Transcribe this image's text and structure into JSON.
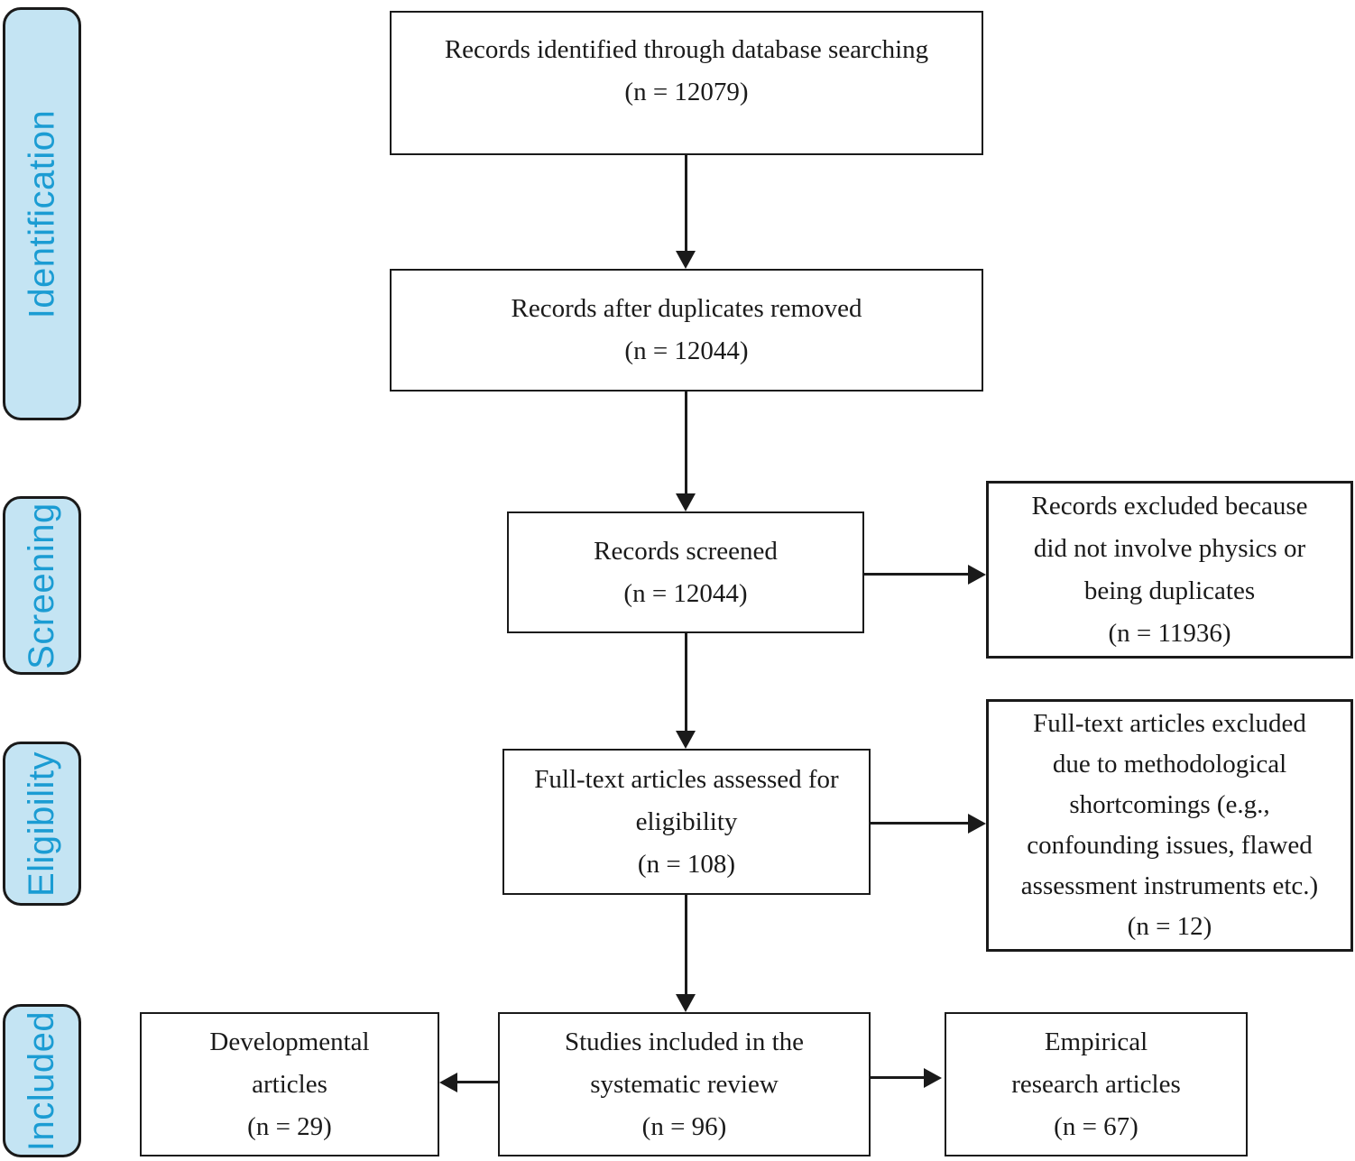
{
  "diagram": {
    "type": "prisma-flow",
    "stages": [
      {
        "id": "identification",
        "label": "Identification"
      },
      {
        "id": "screening",
        "label": "Screening"
      },
      {
        "id": "eligibility",
        "label": "Eligibility"
      },
      {
        "id": "included",
        "label": "Included"
      }
    ],
    "boxes": {
      "records_identified": {
        "lines": [
          "Records identified through database searching",
          "(n =  12079)"
        ],
        "n": 12079
      },
      "duplicates_removed": {
        "lines": [
          "Records after duplicates removed",
          "(n = 12044)"
        ],
        "n": 12044
      },
      "records_screened": {
        "lines": [
          "Records screened",
          "(n = 12044)"
        ],
        "n": 12044
      },
      "records_excluded": {
        "lines": [
          "Records excluded because",
          "did not involve physics or",
          "being duplicates",
          "(n = 11936)"
        ],
        "n": 11936
      },
      "fulltext_assessed": {
        "lines": [
          "Full-text articles assessed for",
          "eligibility",
          "(n = 108)"
        ],
        "n": 108
      },
      "fulltext_excluded": {
        "lines": [
          "Full-text articles excluded",
          "due to methodological",
          "shortcomings (e.g.,",
          "confounding issues, flawed",
          "assessment instruments etc.)",
          "(n = 12)"
        ],
        "n": 12
      },
      "studies_included": {
        "lines": [
          "Studies included in the",
          "systematic review",
          "(n = 96)"
        ],
        "n": 96
      },
      "developmental_articles": {
        "lines": [
          "Developmental",
          "articles",
          "(n = 29)"
        ],
        "n": 29
      },
      "empirical_articles": {
        "lines": [
          "Empirical",
          "research articles",
          "(n = 67)"
        ],
        "n": 67
      }
    }
  },
  "colors": {
    "label_fill": "#c4e4f3",
    "label_text": "#1b9cd3",
    "line_color": "#1a1a1a"
  }
}
